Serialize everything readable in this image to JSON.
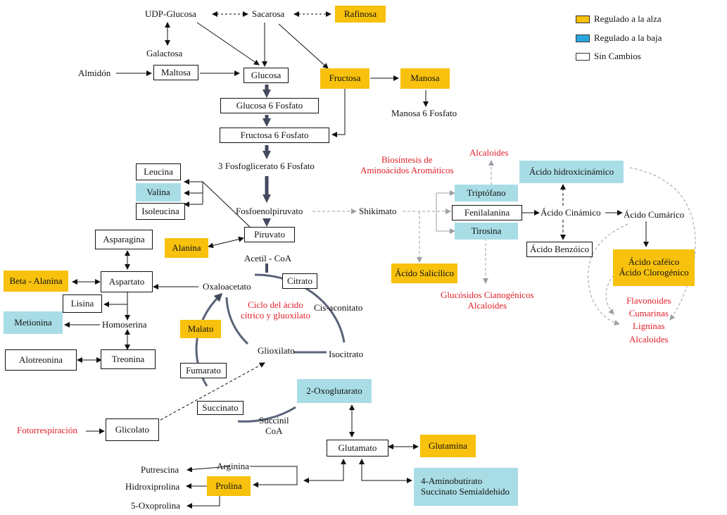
{
  "legend": {
    "up_label": "Regulado a la alza",
    "down_label": "Regulado a la baja",
    "none_label": "Sin Cambios",
    "up_color": "#f7c10d",
    "down_color": "#a9dde6",
    "none_color": "#ffffff"
  },
  "colors": {
    "text": "#111111",
    "red_text": "#e0202a",
    "arrow_dark": "#434a5e",
    "dashed": "#9aa0a6"
  },
  "nodes": {
    "udp_glucosa": "UDP-Glucosa",
    "sacarosa": "Sacarosa",
    "rafinosa": "Rafinosa",
    "galactosa": "Galactosa",
    "almidon": "Almidón",
    "maltosa": "Maltosa",
    "glucosa": "Glucosa",
    "fructosa": "Fructosa",
    "manosa": "Manosa",
    "manosa6f": "Manosa 6 Fosfato",
    "glucosa6f": "Glucosa 6 Fosfato",
    "fructosa6f": "Fructosa 6 Fosfato",
    "fosfoglicerato": "3 Fosfoglicerato 6 Fosfato",
    "leucina": "Leucina",
    "valina": "Valina",
    "isoleucina": "Isoleucina",
    "fosfoenolpiruvato": "Fosfoenolpiruvato",
    "shikimato": "Shikimato",
    "piruvato": "Piruvato",
    "alanina": "Alanina",
    "acetil_coa": "Acetil - CoA",
    "asparagina": "Asparagina",
    "beta_alanina": "Beta - Alanina",
    "aspartato": "Aspartato",
    "oxaloacetato": "Oxaloacetato",
    "citrato": "Citrato",
    "lisina": "Lisina",
    "metionina": "Metionina",
    "homoserina": "Homoserina",
    "ciclo_line1": "Ciclo del ácido",
    "ciclo_line2": "cítrico y gluoxilato",
    "cis_aconitato": "Cis-aconitato",
    "malato": "Malato",
    "alotreonina": "Alotreonina",
    "treonina": "Treonina",
    "glioxilato": "Glioxilato",
    "isocitrato": "Isocitrato",
    "fumarato": "Fumarato",
    "oxoglutarato": "2-Oxoglutarato",
    "succinato": "Succinato",
    "succinil_line1": "Succinil",
    "succinil_line2": "CoA",
    "fotorrespiracion": "Fotorrespiración",
    "glicolato": "Glicolato",
    "glutamato": "Glutamato",
    "glutamina": "Glutamina",
    "putrescina": "Putrescina",
    "arginina": "Arginina",
    "hidroxiprolina": "Hidroxiprolina",
    "prolina": "Prolina",
    "oxoprolina": "5-Oxoprolina",
    "aminobutirato_line1": "4-Aminobutirato",
    "aminobutirato_line2": "Succinato Semialdehido",
    "biosintesis_line1": "Biosíntesis de",
    "biosintesis_line2": "Aminoácidos Aromáticos",
    "alcaloides_top": "Alcaloides",
    "triptofano": "Triptófano",
    "fenilalanina": "Fenilalanina",
    "tirosina": "Tirosina",
    "acido_salicilico": "Ácido Salicílico",
    "glucosidos_line1": "Glucósidos Cianogénicos",
    "glucosidos_line2": "Alcaloides",
    "acido_hidroxicinamico": "Ácido hidroxicinámico",
    "acido_cinamico": "Ácido Cinámico",
    "acido_cumarico": "Ácido Cumárico",
    "acido_benzoico": "Ácido Benzóico",
    "acido_cafeico": "Ácido caféico",
    "acido_clorogenico": "Ácido Clorogénico",
    "flavonoides": "Flavonoides",
    "cumarinas": "Cumarinas",
    "ligninas": "Ligninas",
    "alcaloides_bottom": "Alcaloides"
  }
}
